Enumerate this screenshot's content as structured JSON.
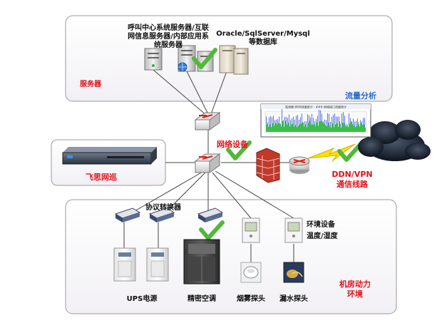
{
  "server_zone": {
    "label": "服务器",
    "server_desc_line1": "呼叫中心系统服务器/互联",
    "server_desc_line2": "网信息服务器/内部应用系",
    "server_desc_line3": "统服务器",
    "db_desc_line1": "Oracle/SqlServer/Mysql",
    "db_desc_line2": "等数据库"
  },
  "monitor_zone": {
    "label": "飞思网巡"
  },
  "network": {
    "device_label": "网络设备",
    "traffic_label": "流量分析",
    "traffic_chart_title": "监测器 WAN流量统计 - ### 网络接口流量统计",
    "wan_label_line1": "DDN/VPN",
    "wan_label_line2": "通信线路"
  },
  "machine_room": {
    "zone_label_line1": "机房动力",
    "zone_label_line2": "环境",
    "converter_label": "协议转换器",
    "env_device_label": "环境设备",
    "temp_humidity_label": "温度/湿度",
    "ups_label": "UPS电源",
    "ac_label": "精密空调",
    "smoke_label": "烟雾探头",
    "water_label": "漏水探头"
  },
  "colors": {
    "accent_red": "#e0101a",
    "accent_blue": "#2b6ac8",
    "check_green": "#52b83a",
    "box_border": "#9a9a9a",
    "box_fill": "#f7f6f9"
  }
}
